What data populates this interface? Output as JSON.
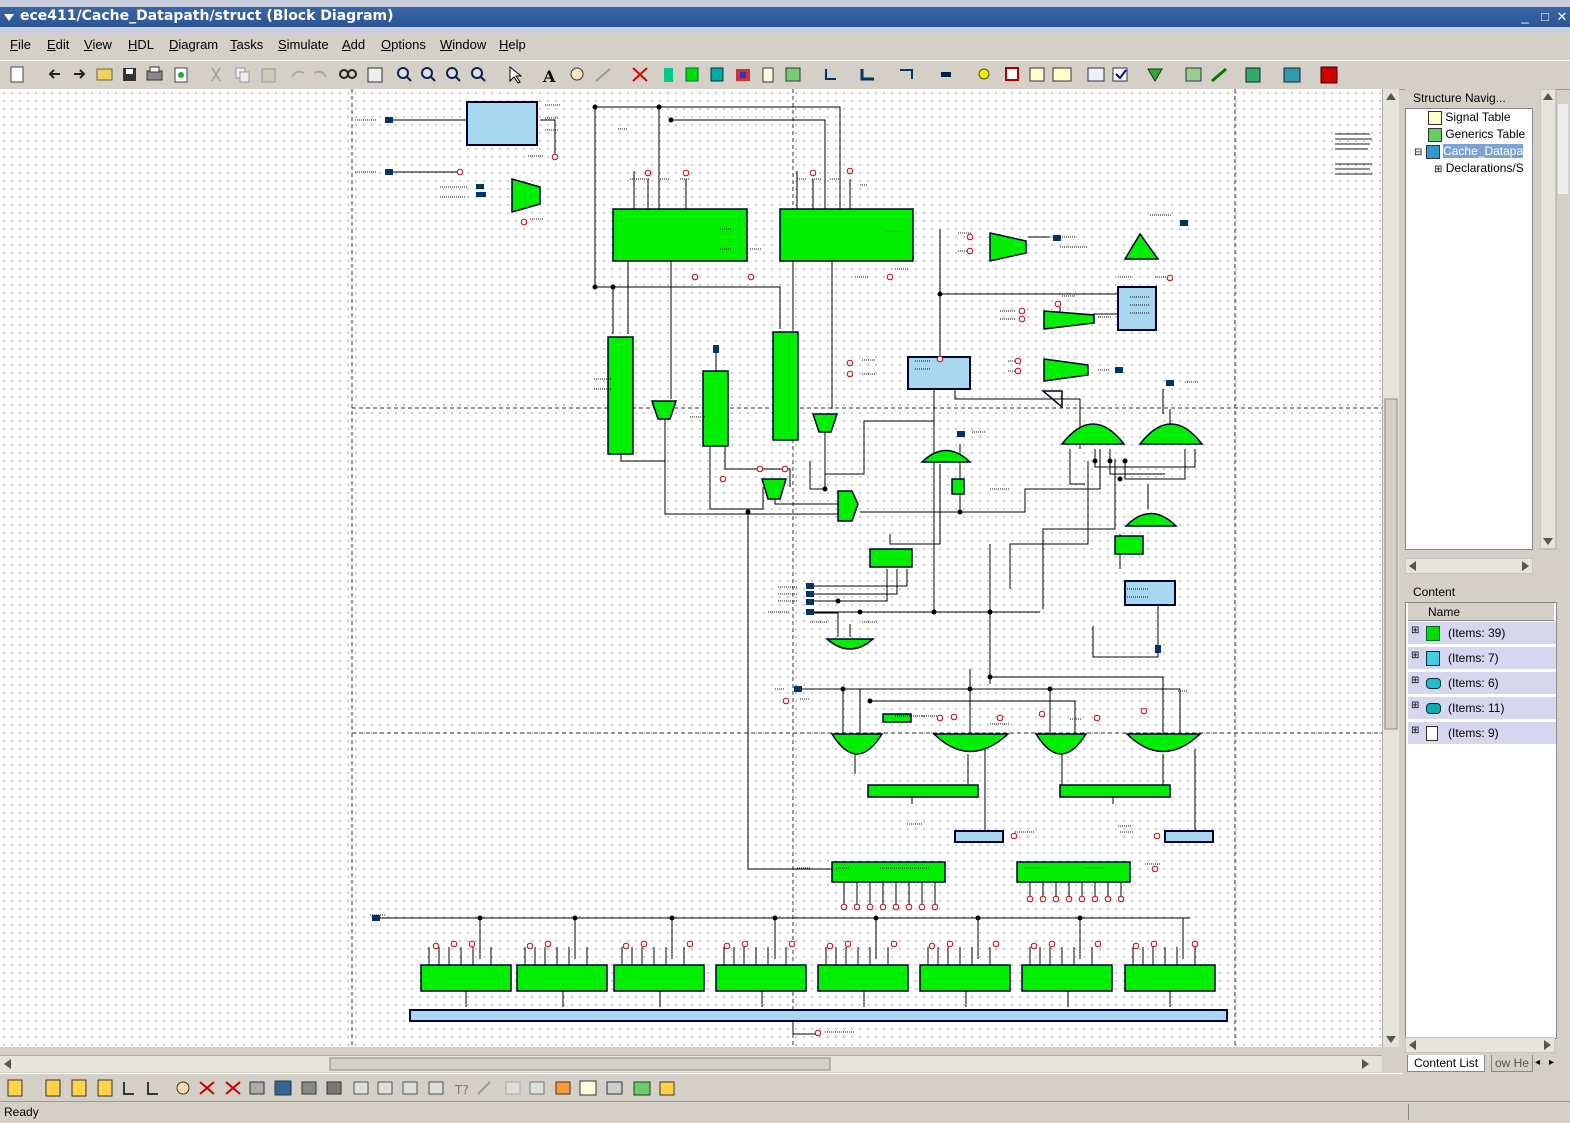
{
  "window": {
    "title": "ece411/Cache_Datapath/struct (Block Diagram)"
  },
  "menu": [
    "File",
    "Edit",
    "View",
    "HDL",
    "Diagram",
    "Tasks",
    "Simulate",
    "Add",
    "Options",
    "Window",
    "Help"
  ],
  "structure_navigator": {
    "title": "Structure Navig...",
    "items": [
      "Signal Table",
      "Generics Table",
      "Cache_Datapa",
      "Declarations/S"
    ]
  },
  "content_panel": {
    "title": "Content",
    "column_header": "Name",
    "rows": [
      "(Items: 39)",
      "(Items: 7)",
      "(Items: 6)",
      "(Items: 11)",
      "(Items: 9)"
    ],
    "tabs": [
      "Content List",
      "ow He"
    ]
  },
  "status": {
    "text": "Ready"
  },
  "colors": {
    "block_green": "#00ee00",
    "block_blue": "#a8d8f0",
    "wire": "#000000",
    "title_blue": "#2c5594"
  }
}
